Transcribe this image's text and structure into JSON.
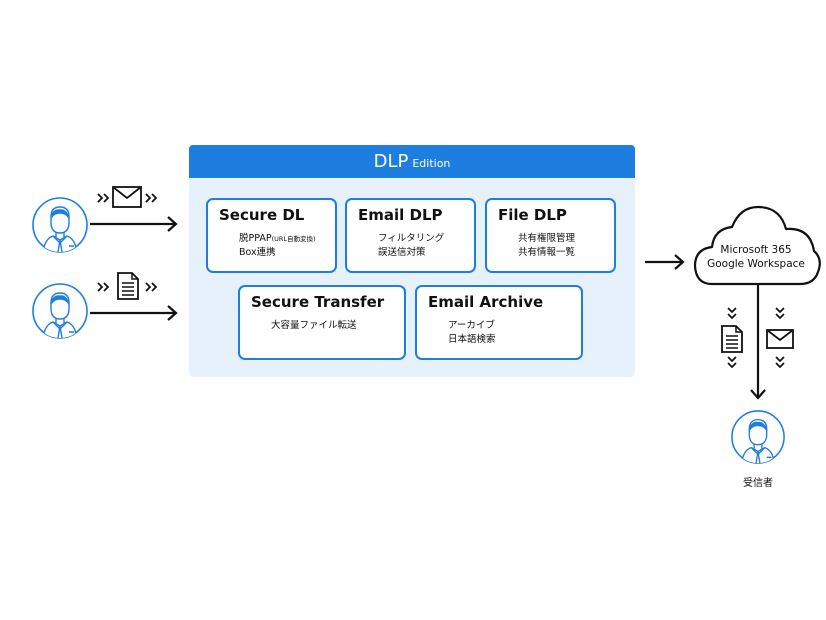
{
  "panel": {
    "title": "DLP",
    "subtitle": "Edition"
  },
  "cards": [
    {
      "title": "Secure DL",
      "lines": [
        "脱PPAP",
        "(URL自動変換)",
        "Box連携"
      ]
    },
    {
      "title": "Email DLP",
      "lines": [
        "フィルタリング",
        "誤送信対策"
      ]
    },
    {
      "title": "File DLP",
      "lines": [
        "共有権限管理",
        "共有情報一覧"
      ]
    },
    {
      "title": "Secure Transfer",
      "lines": [
        "大容量ファイル転送"
      ]
    },
    {
      "title": "Email Archive",
      "lines": [
        "アーカイブ",
        "日本語検索"
      ]
    }
  ],
  "cloud": {
    "line1": "Microsoft 365",
    "line2": "Google Workspace"
  },
  "recipient": {
    "label": "受信者"
  },
  "colors": {
    "accent": "#1e7ee0",
    "panel_bg": "#e7f1fb",
    "ink": "#111111"
  },
  "icons": [
    "sender-avatar-icon",
    "envelope-icon",
    "document-icon",
    "chevrons-icon",
    "cloud-icon",
    "recipient-avatar-icon",
    "arrow-icon"
  ]
}
